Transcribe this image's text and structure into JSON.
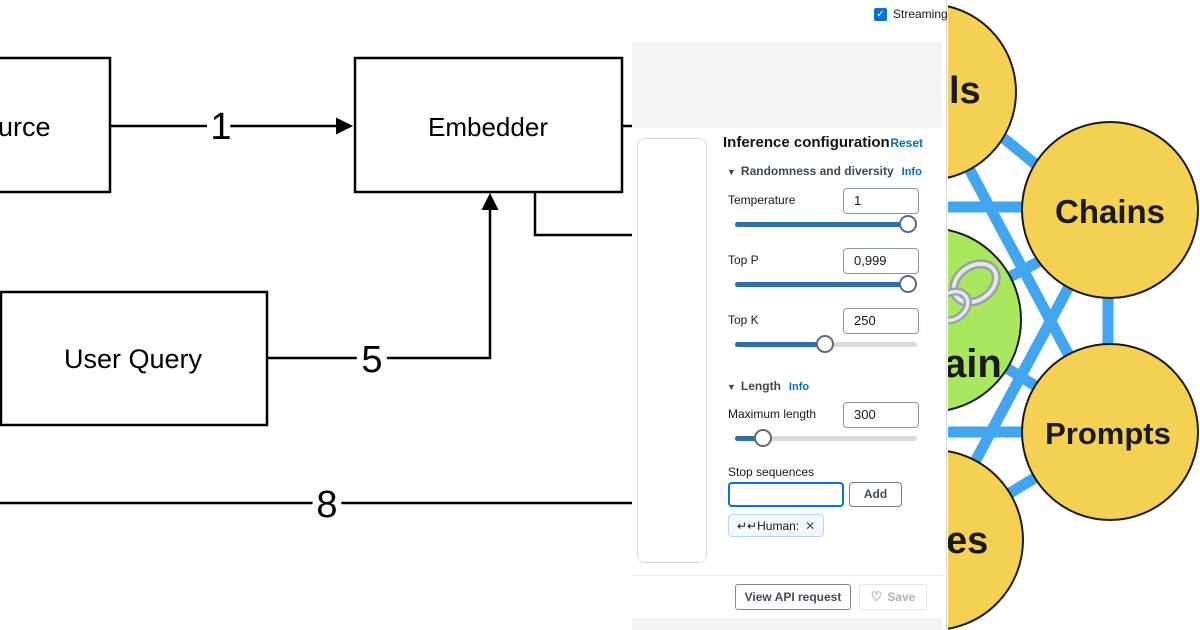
{
  "diagram": {
    "source_box_label": "urce",
    "embedder_label": "Embedder",
    "user_query_label": "User Query",
    "edge_labels": {
      "e1": "1",
      "e5": "5",
      "e8": "8"
    }
  },
  "panel": {
    "streaming_label": "Streaming",
    "checkbox_check_icon": "✓",
    "caret_icon": "▼",
    "inference": {
      "title": "Inference configuration",
      "reset_label": "Reset",
      "randomness_header": "Randomness and diversity",
      "randomness_info_label": "Info",
      "temperature": {
        "label": "Temperature",
        "value": "1"
      },
      "top_p": {
        "label": "Top P",
        "value": "0,999"
      },
      "top_k": {
        "label": "Top K",
        "value": "250"
      },
      "length_header": "Length",
      "length_info_label": "Info",
      "max_length": {
        "label": "Maximum length",
        "value": "300"
      },
      "stop_sequences": {
        "label": "Stop sequences",
        "input_value": "",
        "add_label": "Add",
        "chip_text": "↵↵Human:",
        "chip_remove_icon": "✕"
      },
      "footer": {
        "view_api_label": "View API request",
        "save_label": "Save",
        "save_icon": "♡"
      }
    }
  },
  "network": {
    "nodes": [
      {
        "id": "models-partial",
        "label": "ls"
      },
      {
        "id": "chains",
        "label": "Chains"
      },
      {
        "id": "langchain-center-partial",
        "label": "ain"
      },
      {
        "id": "prompts",
        "label": "Prompts"
      },
      {
        "id": "indexes-partial",
        "label": "es"
      }
    ],
    "colors": {
      "node_fill": "#F5D153",
      "center_fill": "#A9E75F",
      "link_line": "#41A6EF"
    }
  },
  "colors": {
    "aws_link_blue": "#0073BB",
    "checkbox_blue": "#0972D3",
    "slider_blue": "#2E6FA8",
    "diagram_line": "#000000"
  }
}
